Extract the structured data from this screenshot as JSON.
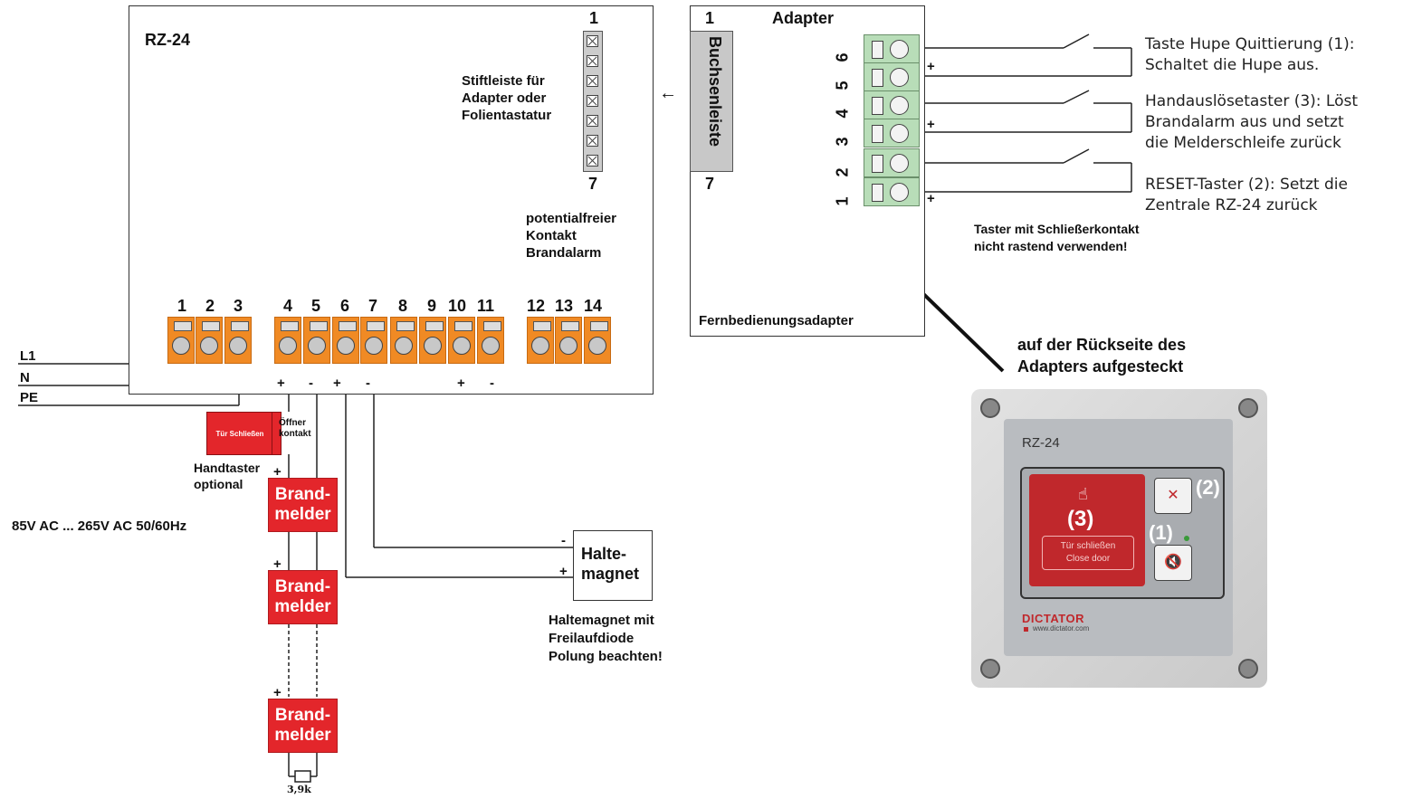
{
  "rz": {
    "title": "RZ-24",
    "pin_header_top": "1",
    "pin_header_bottom": "7",
    "pin_header_label": [
      "Stiftleiste für",
      "Adapter oder",
      "Folientastatur"
    ],
    "relay_label": [
      "potentialfreier",
      "Kontakt",
      "Brandalarm"
    ],
    "terminal_numbers": [
      "1",
      "2",
      "3",
      "4",
      "5",
      "6",
      "7",
      "8",
      "9",
      "10",
      "11",
      "12",
      "13",
      "14"
    ],
    "polarity": {
      "t4": "+",
      "t5": "-",
      "t6": "+",
      "t7": "-",
      "t10": "+",
      "t11": "-"
    }
  },
  "mains": {
    "l1": "L1",
    "n": "N",
    "pe": "PE",
    "voltage": "85V AC ... 265V AC 50/60Hz"
  },
  "handtaster": {
    "button_text": "Tür Schließen",
    "contact": [
      "Öffner",
      "kontakt"
    ],
    "label": [
      "Handtaster",
      "optional"
    ]
  },
  "melder": {
    "text": [
      "Brand-",
      "melder"
    ],
    "plus": "+",
    "resistor": "3,9k"
  },
  "magnet": {
    "text": [
      "Halte-",
      "magnet"
    ],
    "minus": "-",
    "plus": "+",
    "note": [
      "Haltemagnet mit",
      "Freilaufdiode",
      "Polung beachten!"
    ]
  },
  "adapter": {
    "title": "Adapter",
    "num_top": "1",
    "num_bottom": "7",
    "socket_label": "Buchsenleiste",
    "terminals": [
      "6",
      "5",
      "4",
      "3",
      "2",
      "1"
    ],
    "plus": "+",
    "footer": "Fernbedienungsadapter",
    "note": [
      "Taster mit Schließerkontakt",
      "nicht rastend verwenden!"
    ]
  },
  "descriptions": {
    "horn": [
      "Taste Hupe Quittierung (1):",
      "Schaltet die Hupe aus."
    ],
    "manual": [
      "Handauslösetaster (3): Löst",
      "Brandalarm aus und setzt",
      "die Melderschleife zurück"
    ],
    "reset": [
      "RESET-Taster (2): Setzt die",
      "Zentrale RZ-24 zurück"
    ]
  },
  "device": {
    "caption": [
      "auf der Rückseite des",
      "Adapters aufgesteckt"
    ],
    "model": "RZ-24",
    "big_button": [
      "Tür schließen",
      "Close door"
    ],
    "callout_3": "(3)",
    "callout_2": "(2)",
    "callout_1": "(1)",
    "brand": "DICTATOR",
    "url": "www.dictator.com"
  },
  "arrow_small": "←"
}
